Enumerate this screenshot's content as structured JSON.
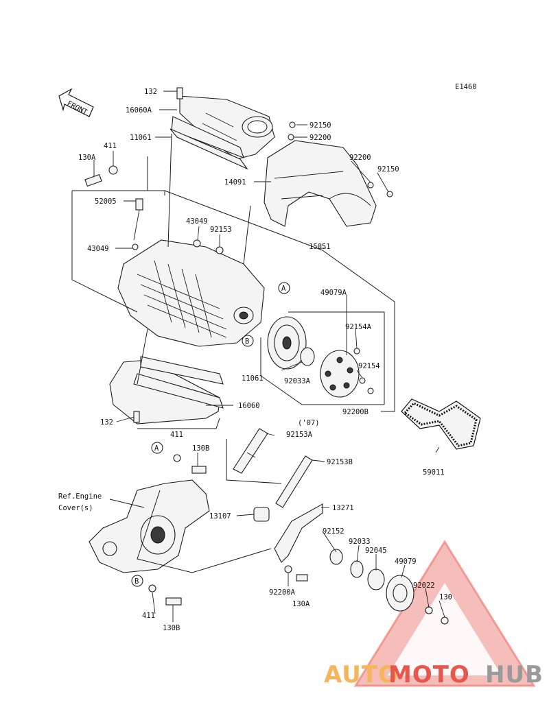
{
  "diagram_code": "E1460",
  "front_label": "FRONT",
  "ref_label_line1": "Ref.Engine",
  "ref_label_line2": "Cover(s)",
  "callouts": {
    "a": "A",
    "b": "B"
  },
  "parts": {
    "p132_top": "132",
    "p16060a": "16060A",
    "p11061_top": "11061",
    "p411_top": "411",
    "p130a_top": "130A",
    "p52005": "52005",
    "p43049_a": "43049",
    "p43049_b": "43049",
    "p92153": "92153",
    "p92150_a": "92150",
    "p92200_a": "92200",
    "p92200_b": "92200",
    "p92150_b": "92150",
    "p14091": "14091",
    "p15051": "15051",
    "p49079a": "49079A",
    "p92154a": "92154A",
    "p92154": "92154",
    "p11061_mid": "11061",
    "p92033a": "92033A",
    "p16060": "16060",
    "p92200b": "92200B",
    "p132_bot": "132",
    "p411_mid": "411",
    "p07": "('07)",
    "p92153a": "92153A",
    "p130b_top": "130B",
    "p92153b": "92153B",
    "p59011": "59011",
    "p13271": "13271",
    "p13107": "13107",
    "p92152": "92152",
    "p92033": "92033",
    "p92045": "92045",
    "p49079": "49079",
    "p92022": "92022",
    "p130": "130",
    "p92200a": "92200A",
    "p130a_bot": "130A",
    "p411_bot": "411",
    "p130b_bot": "130B"
  },
  "watermark": {
    "part1": "AUTO",
    "part2": "MOTO",
    "part3": "HUB",
    "color1": "#f5b55a",
    "color2": "#e8574d",
    "color3": "#9a9a9a"
  }
}
